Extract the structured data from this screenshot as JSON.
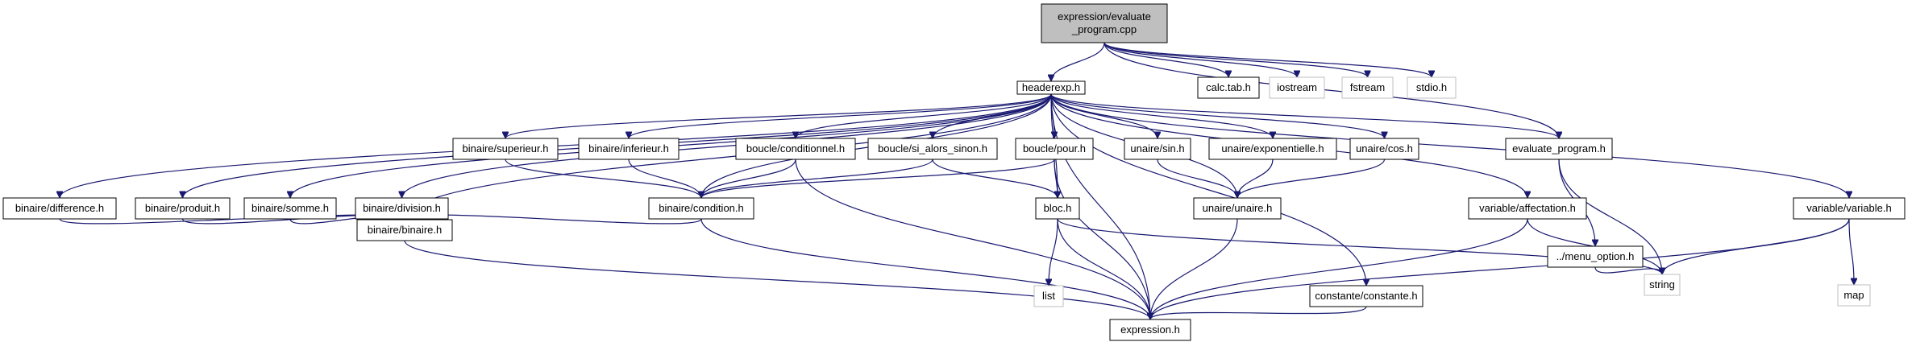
{
  "diagram": {
    "colors": {
      "edge": "#191970",
      "root_fill": "#bfbfbf",
      "node_border": "#000000",
      "system_border": "#bfbfbf",
      "background": "#ffffff"
    },
    "nodes": [
      {
        "id": "evaluate_program_cpp",
        "lines": [
          "expression/evaluate",
          "_program.cpp"
        ],
        "kind": "root"
      },
      {
        "id": "headerexp_h",
        "lines": [
          "headerexp.h"
        ],
        "kind": "local"
      },
      {
        "id": "calc_tab_h",
        "lines": [
          "calc.tab.h"
        ],
        "kind": "local"
      },
      {
        "id": "iostream",
        "lines": [
          "iostream"
        ],
        "kind": "system"
      },
      {
        "id": "fstream",
        "lines": [
          "fstream"
        ],
        "kind": "system"
      },
      {
        "id": "stdio_h",
        "lines": [
          "stdio.h"
        ],
        "kind": "system"
      },
      {
        "id": "superieur_h",
        "lines": [
          "binaire/superieur.h"
        ],
        "kind": "local"
      },
      {
        "id": "inferieur_h",
        "lines": [
          "binaire/inferieur.h"
        ],
        "kind": "local"
      },
      {
        "id": "conditionnel_h",
        "lines": [
          "boucle/conditionnel.h"
        ],
        "kind": "local"
      },
      {
        "id": "si_alors_sinon_h",
        "lines": [
          "boucle/si_alors_sinon.h"
        ],
        "kind": "local"
      },
      {
        "id": "pour_h",
        "lines": [
          "boucle/pour.h"
        ],
        "kind": "local"
      },
      {
        "id": "sin_h",
        "lines": [
          "unaire/sin.h"
        ],
        "kind": "local"
      },
      {
        "id": "exponentielle_h",
        "lines": [
          "unaire/exponentielle.h"
        ],
        "kind": "local"
      },
      {
        "id": "cos_h",
        "lines": [
          "unaire/cos.h"
        ],
        "kind": "local"
      },
      {
        "id": "evaluate_program_h",
        "lines": [
          "evaluate_program.h"
        ],
        "kind": "local"
      },
      {
        "id": "difference_h",
        "lines": [
          "binaire/difference.h"
        ],
        "kind": "local"
      },
      {
        "id": "produit_h",
        "lines": [
          "binaire/produit.h"
        ],
        "kind": "local"
      },
      {
        "id": "somme_h",
        "lines": [
          "binaire/somme.h"
        ],
        "kind": "local"
      },
      {
        "id": "division_h",
        "lines": [
          "binaire/division.h"
        ],
        "kind": "local"
      },
      {
        "id": "condition_h",
        "lines": [
          "binaire/condition.h"
        ],
        "kind": "local"
      },
      {
        "id": "bloc_h",
        "lines": [
          "bloc.h"
        ],
        "kind": "local"
      },
      {
        "id": "unaire_h",
        "lines": [
          "unaire/unaire.h"
        ],
        "kind": "local"
      },
      {
        "id": "affectation_h",
        "lines": [
          "variable/affectation.h"
        ],
        "kind": "local"
      },
      {
        "id": "menu_option_h",
        "lines": [
          "../menu_option.h"
        ],
        "kind": "local"
      },
      {
        "id": "variable_h",
        "lines": [
          "variable/variable.h"
        ],
        "kind": "local"
      },
      {
        "id": "binaire_h",
        "lines": [
          "binaire/binaire.h"
        ],
        "kind": "local"
      },
      {
        "id": "list",
        "lines": [
          "list"
        ],
        "kind": "system"
      },
      {
        "id": "constante_h",
        "lines": [
          "constante/constante.h"
        ],
        "kind": "local"
      },
      {
        "id": "string",
        "lines": [
          "string"
        ],
        "kind": "system"
      },
      {
        "id": "map",
        "lines": [
          "map"
        ],
        "kind": "system"
      },
      {
        "id": "expression_h",
        "lines": [
          "expression.h"
        ],
        "kind": "local"
      }
    ],
    "edges": [
      {
        "from": "evaluate_program_cpp",
        "to": "headerexp_h"
      },
      {
        "from": "evaluate_program_cpp",
        "to": "calc_tab_h"
      },
      {
        "from": "evaluate_program_cpp",
        "to": "iostream"
      },
      {
        "from": "evaluate_program_cpp",
        "to": "fstream"
      },
      {
        "from": "evaluate_program_cpp",
        "to": "stdio_h"
      },
      {
        "from": "evaluate_program_cpp",
        "to": "evaluate_program_h"
      },
      {
        "from": "headerexp_h",
        "to": "difference_h"
      },
      {
        "from": "headerexp_h",
        "to": "produit_h"
      },
      {
        "from": "headerexp_h",
        "to": "somme_h"
      },
      {
        "from": "headerexp_h",
        "to": "division_h"
      },
      {
        "from": "headerexp_h",
        "to": "binaire_h"
      },
      {
        "from": "headerexp_h",
        "to": "superieur_h"
      },
      {
        "from": "headerexp_h",
        "to": "inferieur_h"
      },
      {
        "from": "headerexp_h",
        "to": "condition_h"
      },
      {
        "from": "headerexp_h",
        "to": "conditionnel_h"
      },
      {
        "from": "headerexp_h",
        "to": "si_alors_sinon_h"
      },
      {
        "from": "headerexp_h",
        "to": "pour_h"
      },
      {
        "from": "headerexp_h",
        "to": "bloc_h"
      },
      {
        "from": "headerexp_h",
        "to": "sin_h"
      },
      {
        "from": "headerexp_h",
        "to": "exponentielle_h"
      },
      {
        "from": "headerexp_h",
        "to": "cos_h"
      },
      {
        "from": "headerexp_h",
        "to": "unaire_h"
      },
      {
        "from": "headerexp_h",
        "to": "constante_h"
      },
      {
        "from": "headerexp_h",
        "to": "affectation_h"
      },
      {
        "from": "headerexp_h",
        "to": "evaluate_program_h"
      },
      {
        "from": "headerexp_h",
        "to": "variable_h"
      },
      {
        "from": "headerexp_h",
        "to": "expression_h"
      },
      {
        "from": "superieur_h",
        "to": "condition_h"
      },
      {
        "from": "inferieur_h",
        "to": "condition_h"
      },
      {
        "from": "conditionnel_h",
        "to": "condition_h"
      },
      {
        "from": "conditionnel_h",
        "to": "expression_h"
      },
      {
        "from": "si_alors_sinon_h",
        "to": "condition_h"
      },
      {
        "from": "si_alors_sinon_h",
        "to": "bloc_h"
      },
      {
        "from": "pour_h",
        "to": "condition_h"
      },
      {
        "from": "pour_h",
        "to": "bloc_h"
      },
      {
        "from": "pour_h",
        "to": "expression_h"
      },
      {
        "from": "sin_h",
        "to": "unaire_h"
      },
      {
        "from": "exponentielle_h",
        "to": "unaire_h"
      },
      {
        "from": "cos_h",
        "to": "unaire_h"
      },
      {
        "from": "difference_h",
        "to": "binaire_h"
      },
      {
        "from": "produit_h",
        "to": "binaire_h"
      },
      {
        "from": "somme_h",
        "to": "binaire_h"
      },
      {
        "from": "division_h",
        "to": "binaire_h"
      },
      {
        "from": "condition_h",
        "to": "binaire_h"
      },
      {
        "from": "condition_h",
        "to": "expression_h"
      },
      {
        "from": "bloc_h",
        "to": "list"
      },
      {
        "from": "bloc_h",
        "to": "string"
      },
      {
        "from": "bloc_h",
        "to": "expression_h"
      },
      {
        "from": "unaire_h",
        "to": "expression_h"
      },
      {
        "from": "affectation_h",
        "to": "string"
      },
      {
        "from": "affectation_h",
        "to": "expression_h"
      },
      {
        "from": "evaluate_program_h",
        "to": "menu_option_h"
      },
      {
        "from": "evaluate_program_h",
        "to": "string"
      },
      {
        "from": "menu_option_h",
        "to": "string"
      },
      {
        "from": "variable_h",
        "to": "string"
      },
      {
        "from": "variable_h",
        "to": "map"
      },
      {
        "from": "variable_h",
        "to": "expression_h"
      },
      {
        "from": "binaire_h",
        "to": "expression_h"
      },
      {
        "from": "constante_h",
        "to": "expression_h"
      }
    ]
  }
}
